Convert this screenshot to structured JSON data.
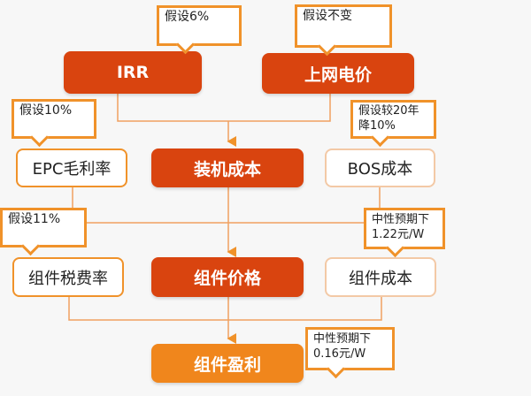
{
  "nodes": {
    "irr": "IRR",
    "grid_price": "上网电价",
    "epc_margin": "EPC毛利率",
    "install_cost": "装机成本",
    "bos_cost": "BOS成本",
    "module_tax": "组件税费率",
    "module_price": "组件价格",
    "module_cost": "组件成本",
    "module_profit": "组件盈利"
  },
  "callouts": {
    "irr": "假设6%",
    "grid_price": "假设不变",
    "epc_margin": "假设10%",
    "bos_cost": "假设较20年降10%",
    "module_tax": "假设11%",
    "module_cost": "中性预期下1.22元/W",
    "module_profit": "中性预期下0.16元/W"
  },
  "colors": {
    "primary": "#d9440f",
    "profit": "#f0861c",
    "accent": "#f0922a"
  }
}
